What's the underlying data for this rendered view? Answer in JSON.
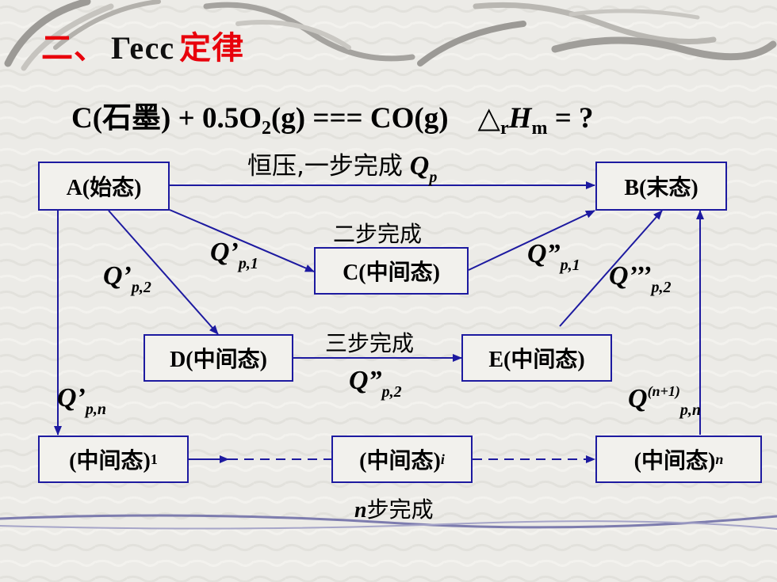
{
  "title": {
    "prefix": "二、",
    "name": "Гесс",
    "suffix": "定律"
  },
  "equation": {
    "reactants": "C(石墨) + 0.5O",
    "o2_sub": "2",
    "rest": "(g) === CO(g)",
    "delta": "△",
    "delta_sub": "r",
    "H": "H",
    "H_sub": "m",
    "tail": " = ?"
  },
  "states": {
    "A": "A(始态)",
    "B": "B(末态)",
    "C": "C(中间态)",
    "D": "D(中间态)",
    "E": "E(中间态)",
    "int1": "(中间态)",
    "int1_sub": "1",
    "inti": "(中间态)",
    "inti_sub": "i",
    "intn": "(中间态)",
    "intn_sub": "n"
  },
  "steps": {
    "one": "恒压,一步完成",
    "one_q": "Q",
    "one_q_sub": "p",
    "two": "二步完成",
    "three": "三步完成",
    "n_prefix": "n",
    "n_suffix": "步完成"
  },
  "labels": {
    "q1_p1": "Q’",
    "q1_p1_sub": "p,1",
    "q1_p2": "Q’",
    "q1_p2_sub": "p,2",
    "q2_p1": "Q”",
    "q2_p1_sub": "p,1",
    "q3_p2": "Q’’’",
    "q3_p2_sub": "p,2",
    "q2_p2": "Q”",
    "q2_p2_sub": "p,2",
    "q1_pn": "Q’",
    "q1_pn_sub": "p,n",
    "qn1_pn": "Q",
    "qn1_pn_sup": "(n+1)",
    "qn1_pn_sub": "p,n"
  },
  "colors": {
    "title_red": "#e8000b",
    "box_border": "#1d1aa0",
    "arrow": "#1d1aa0"
  }
}
